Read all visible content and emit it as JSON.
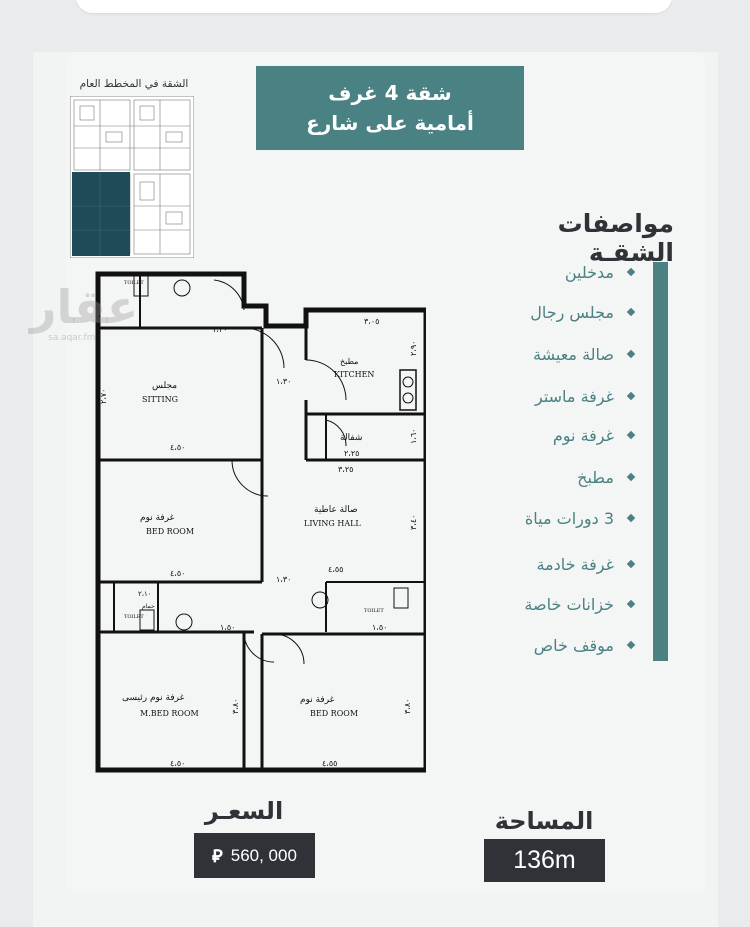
{
  "title": {
    "line1": "شقة 4 غرف",
    "line2": "أمامية على شارع"
  },
  "master_plan": {
    "caption": "الشقة في المخطط العام"
  },
  "watermark": {
    "brand": "عقار",
    "url": "sa.aqar.fm"
  },
  "specs": {
    "heading": "مواصفات الشقـة",
    "items": [
      "مدخلين",
      "مجلس رجال",
      "صالة معيشة",
      "غرفة ماستر",
      "غرفة نوم",
      "مطبخ",
      "3 دورات مياة",
      "غرفة خادمة",
      "خزانات خاصة",
      "موقف خاص"
    ]
  },
  "floor_plan": {
    "rooms": {
      "sitting_ar": "مجلس",
      "sitting_en": "SITTING",
      "kitchen_ar": "مطبخ",
      "kitchen_en": "KITCHEN",
      "laundry_ar": "شفالة",
      "living_ar": "صالة عاطية",
      "living_en": "LIVING HALL",
      "bed1_ar": "غرفة نوم",
      "bed1_en": "BED ROOM",
      "mbed_ar": "غرفة نوم رئيسى",
      "mbed_en": "M.BED ROOM",
      "bed2_ar": "غرفة نوم",
      "bed2_en": "BED ROOM",
      "toilet": "TOILET",
      "bath_ar": "حمام"
    },
    "dims": {
      "d_120": "١،٢٠",
      "d_305": "٣،٠٥",
      "d_130a": "١،٣٠",
      "d_270": "٢،٧٠",
      "d_290": "٢،٩٠",
      "d_160": "١،٦٠",
      "d_225": "٢،٢٥",
      "d_450a": "٤،٥٠",
      "d_325": "٣،٢٥",
      "d_340": "٣،٤٠",
      "d_450b": "٤،٥٠",
      "d_455a": "٤،٥٥",
      "d_130b": "١،٣٠",
      "d_210": "٢،١٠",
      "d_150a": "١،٥٠",
      "d_150b": "١،٥٠",
      "d_380a": "٣،٨٠",
      "d_380b": "٣،٨٠",
      "d_450c": "٤،٥٠",
      "d_455b": "٤،٥٥"
    }
  },
  "price": {
    "label": "السعـر",
    "currency_symbol": "⃁",
    "value": "560, 000"
  },
  "area": {
    "label": "المساحة",
    "value": "136m"
  },
  "colors": {
    "accent": "#4a8183",
    "dark_box": "#2f3338",
    "background": "#e9ebec"
  }
}
